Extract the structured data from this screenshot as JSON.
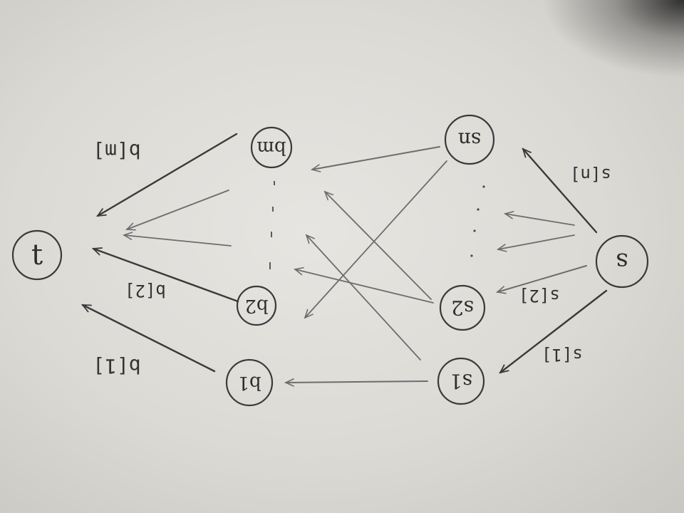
{
  "nodes": {
    "t": "t",
    "s": "s",
    "b1": "b1",
    "b2": "b2",
    "bm": "bm",
    "s1": "s1",
    "s2": "s2",
    "sn": "sn"
  },
  "edge_labels": {
    "s_to_sn": "s[n]",
    "s_to_s2": "s[2]",
    "s_to_s1": "s[1]",
    "bm_to_t": "b[m]",
    "b2_to_t": "b[2]",
    "b1_to_t": "b[1]"
  }
}
